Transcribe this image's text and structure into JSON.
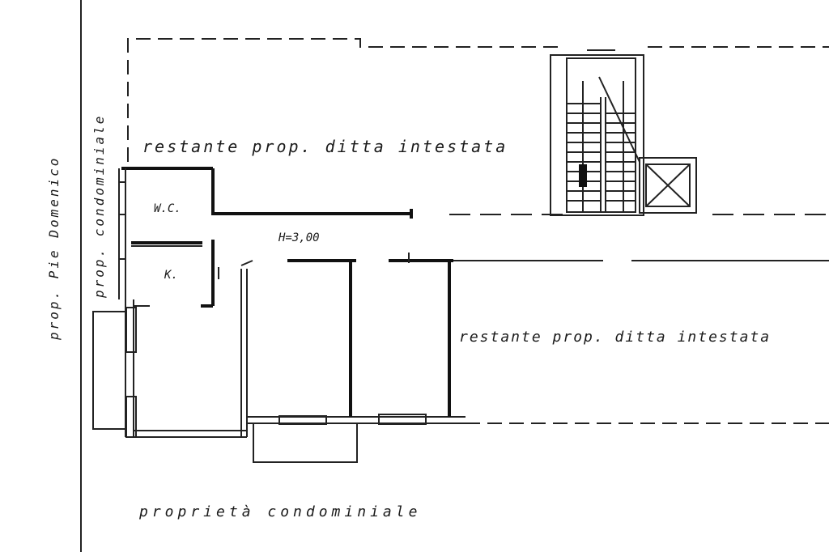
{
  "plan": {
    "labels": {
      "top_area": "restante prop. ditta intestata",
      "right_area": "restante prop. ditta intestata",
      "bottom_area": "proprietà condominiale",
      "left_outer": "prop. Pie Domenico",
      "left_inner": "prop. condominiale",
      "wc": "W.C.",
      "kitchen": "K.",
      "height": "H=3,00"
    }
  }
}
